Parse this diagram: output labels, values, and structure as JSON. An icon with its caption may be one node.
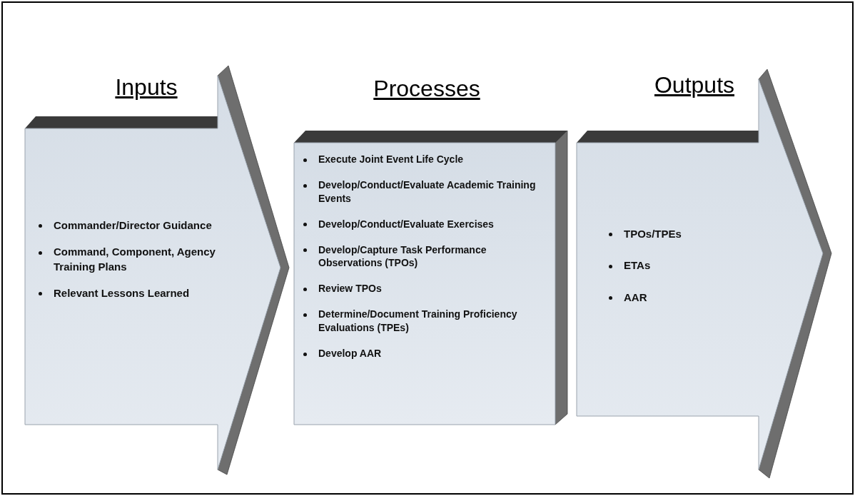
{
  "diagram": {
    "nodes": [
      {
        "text": [
          "Inputs",
          "Commander/Director Guidance",
          "Command, Component, Agency Training Plans",
          "Relevant Lessons Learned"
        ]
      },
      {
        "text": [
          "Processes",
          "Execute Joint Event Life Cycle",
          "Develop/Conduct/Evaluate Academic Training Events",
          "Develop/Conduct/Evaluate Exercises",
          "Develop/Capture Task Performance Observations (TPOs)",
          "Review TPOs",
          "Determine/Document Training Proficiency Evaluations (TPEs)",
          "Develop AAR"
        ]
      },
      {
        "text": [
          "Outputs",
          "TPOs/TPEs",
          "ETAs",
          "AAR"
        ]
      }
    ]
  }
}
